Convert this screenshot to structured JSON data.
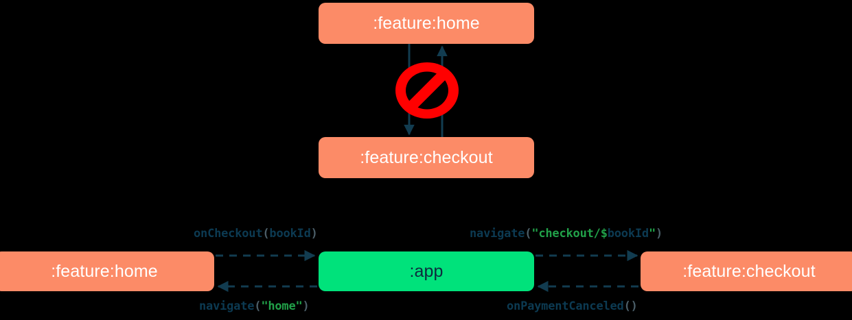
{
  "diagram": {
    "background_color": "#000000",
    "title_text": "",
    "sections": [
      {
        "name": "forbidden-direct-dependency",
        "nodes": [
          {
            "id": "home-top",
            "label": ":feature:home",
            "color": "#FC8B67",
            "text_color": "#FFFFFF"
          },
          {
            "id": "checkout-top",
            "label": ":feature:checkout",
            "color": "#FC8B67",
            "text_color": "#FFFFFF"
          }
        ],
        "edges": [
          {
            "from": "home-top",
            "to": "checkout-top",
            "style": "solid",
            "color": "#0C3A52",
            "direction": "down"
          },
          {
            "from": "checkout-top",
            "to": "home-top",
            "style": "solid",
            "color": "#0C3A52",
            "direction": "up"
          }
        ],
        "badge": {
          "icon": "no-entry-icon",
          "color": "#FF0000",
          "meaning": "forbidden"
        }
      },
      {
        "name": "app-mediated-navigation",
        "nodes": [
          {
            "id": "home-bottom",
            "label": ":feature:home",
            "color": "#FC8B67",
            "text_color": "#FFFFFF"
          },
          {
            "id": "app",
            "label": ":app",
            "color": "#00E27B",
            "text_color": "#0D2B3E"
          },
          {
            "id": "checkout-bottom",
            "label": ":feature:checkout",
            "color": "#FC8B67",
            "text_color": "#FFFFFF"
          }
        ],
        "edges": [
          {
            "from": "home-bottom",
            "to": "app",
            "style": "dashed",
            "color": "#0C3A52",
            "direction": "right",
            "label_id": "oncheckout"
          },
          {
            "from": "app",
            "to": "home-bottom",
            "style": "dashed",
            "color": "#0C3A52",
            "direction": "left",
            "label_id": "navigate-home"
          },
          {
            "from": "app",
            "to": "checkout-bottom",
            "style": "dashed",
            "color": "#0C3A52",
            "direction": "right",
            "label_id": "navigate-checkout"
          },
          {
            "from": "checkout-bottom",
            "to": "app",
            "style": "dashed",
            "color": "#0C3A52",
            "direction": "left",
            "label_id": "onpaymentcanceled"
          }
        ]
      }
    ],
    "labels": {
      "oncheckout": {
        "full_text": "onCheckout(bookId)",
        "tokens": [
          {
            "text": "onCheckout",
            "kind": "identifier",
            "color": "#0C3A52"
          },
          {
            "text": "(",
            "kind": "punctuation",
            "color": "#4B5E68"
          },
          {
            "text": "bookId",
            "kind": "identifier",
            "color": "#0C3A52"
          },
          {
            "text": ")",
            "kind": "punctuation",
            "color": "#4B5E68"
          }
        ]
      },
      "navigate_checkout": {
        "full_text": "navigate(\"checkout/$bookId\")",
        "tokens": [
          {
            "text": "navigate",
            "kind": "identifier",
            "color": "#0C3A52"
          },
          {
            "text": "(",
            "kind": "punctuation",
            "color": "#4B5E68"
          },
          {
            "text": "\"checkout/",
            "kind": "string",
            "color": "#21A149"
          },
          {
            "text": "$",
            "kind": "string",
            "color": "#21A149"
          },
          {
            "text": "bookId",
            "kind": "identifier",
            "color": "#0C3A52"
          },
          {
            "text": "\"",
            "kind": "string",
            "color": "#21A149"
          },
          {
            "text": ")",
            "kind": "punctuation",
            "color": "#4B5E68"
          }
        ]
      },
      "navigate_home": {
        "full_text": "navigate(\"home\")",
        "tokens": [
          {
            "text": "navigate",
            "kind": "identifier",
            "color": "#0C3A52"
          },
          {
            "text": "(",
            "kind": "punctuation",
            "color": "#4B5E68"
          },
          {
            "text": "\"home\"",
            "kind": "string",
            "color": "#21A149"
          },
          {
            "text": ")",
            "kind": "punctuation",
            "color": "#4B5E68"
          }
        ]
      },
      "onpaymentcanceled": {
        "full_text": "onPaymentCanceled()",
        "tokens": [
          {
            "text": "onPaymentCanceled",
            "kind": "identifier",
            "color": "#0C3A52"
          },
          {
            "text": "(",
            "kind": "punctuation",
            "color": "#4B5E68"
          },
          {
            "text": ")",
            "kind": "punctuation",
            "color": "#4B5E68"
          }
        ]
      }
    }
  },
  "nodes": {
    "home_top": ":feature:home",
    "checkout_top": ":feature:checkout",
    "home_bottom": ":feature:home",
    "app": ":app",
    "checkout_bottom": ":feature:checkout"
  },
  "label_text": {
    "oncheckout_fn": "onCheckout",
    "oncheckout_open": "(",
    "oncheckout_arg": "bookId",
    "oncheckout_close": ")",
    "navco_fn": "navigate",
    "navco_open": "(",
    "navco_str1": "\"checkout/",
    "navco_dollar": "$",
    "navco_arg": "bookId",
    "navco_str2": "\"",
    "navco_close": ")",
    "navhome_fn": "navigate",
    "navhome_open": "(",
    "navhome_str": "\"home\"",
    "navhome_close": ")",
    "onpay_fn": "onPaymentCanceled",
    "onpay_open": "(",
    "onpay_close": ")"
  }
}
